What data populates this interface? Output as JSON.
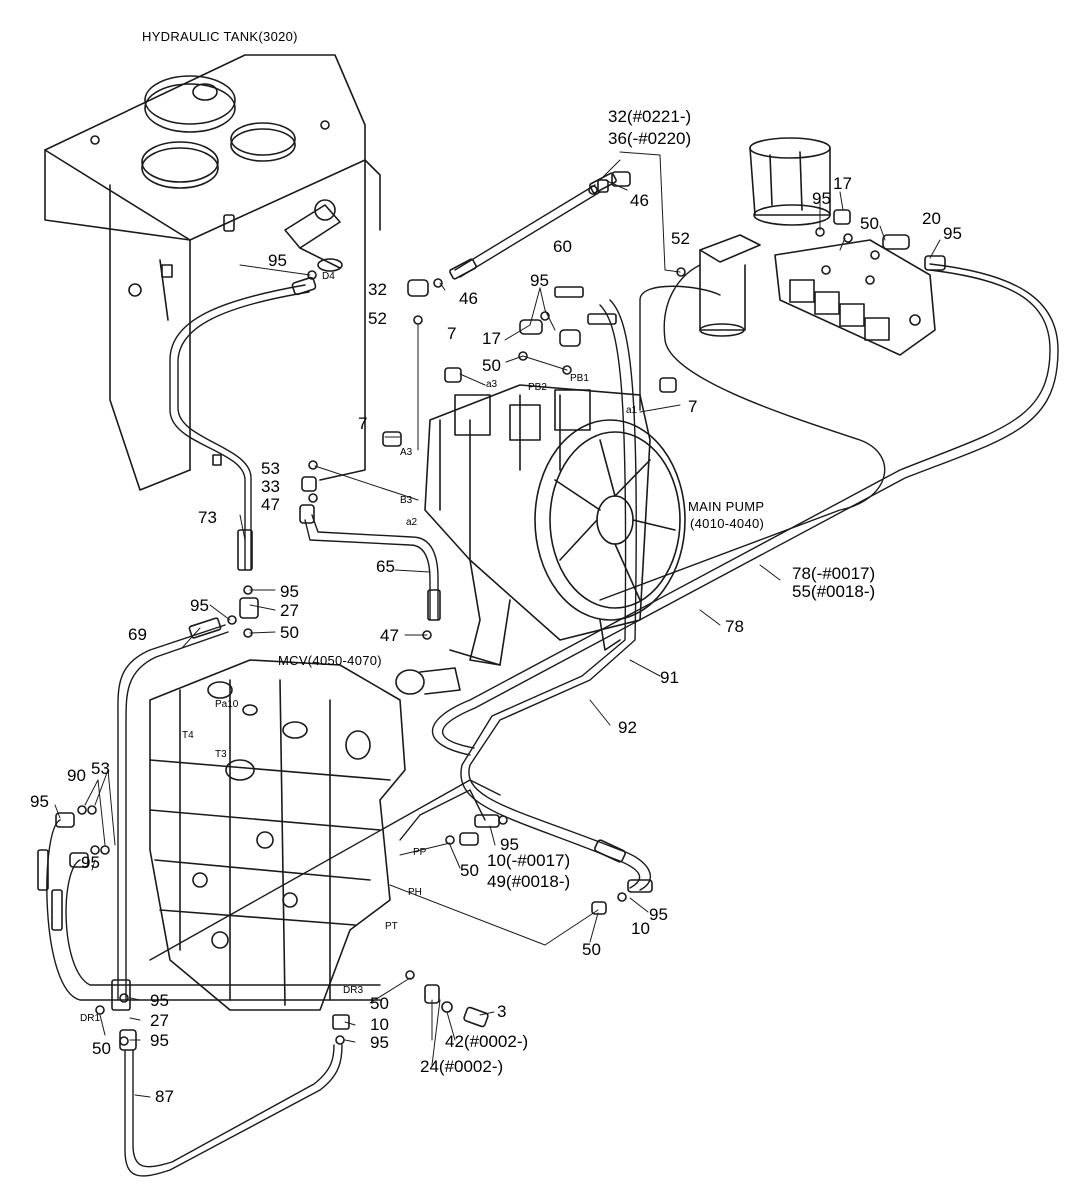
{
  "captions": {
    "hydraulic_tank": "HYDRAULIC TANK(3020)",
    "main_pump": "MAIN PUMP",
    "main_pump_range": "(4010-4040)",
    "mcv": "MCV(4050-4070)"
  },
  "ports": {
    "a3": "a3",
    "pb2": "PB2",
    "pb1": "PB1",
    "a1": "a1",
    "A3": "A3",
    "B3": "B3",
    "a2": "a2",
    "d4": "D4",
    "pa10": "Pa10",
    "t4": "T4",
    "t3": "T3",
    "pp": "PP",
    "ph": "PH",
    "pt": "PT",
    "dr3": "DR3",
    "dr1": "DR1"
  },
  "parts": {
    "p32_new": "32(#0221-)",
    "p36_old": "36(-#0220)",
    "p46_top": "46",
    "p60": "60",
    "p52_right": "52",
    "p17_right": "17",
    "p95_right_a": "95",
    "p50_right": "50",
    "p20": "20",
    "p95_right_b": "95",
    "p95_tank": "95",
    "p32": "32",
    "p46": "46",
    "p95_pump": "95",
    "p52_left": "52",
    "p17_pump": "17",
    "p7_a": "7",
    "p50_pump": "50",
    "p7_b": "7",
    "p7_c": "7",
    "p53_a": "53",
    "p33": "33",
    "p47_a": "47",
    "p73": "73",
    "p65": "65",
    "p95_tee": "95",
    "p95_tee_left": "95",
    "p27_a": "27",
    "p69": "69",
    "p50_tee": "50",
    "p47_b": "47",
    "p78_old": "78(-#0017)",
    "p55_new": "55(#0018-)",
    "p78": "78",
    "p91": "91",
    "p92": "92",
    "p90": "90",
    "p53_b": "53",
    "p95_mcv_a": "95",
    "p95_mcv_b": "95",
    "p95_pp": "95",
    "p50_pp": "50",
    "p10_old": "10(-#0017)",
    "p49_new": "49(#0018-)",
    "p95_ph": "95",
    "p10_ph": "10",
    "p50_ph": "50",
    "p3": "3",
    "p42": "42(#0002-)",
    "p24": "24(#0002-)",
    "p50_pt": "50",
    "p10_dr": "10",
    "p95_dr": "95",
    "p95_dr1a": "95",
    "p27_b": "27",
    "p50_dr1": "50",
    "p95_dr1b": "95",
    "p87": "87"
  },
  "colors": {
    "line": "#1a1a1a",
    "background": "#ffffff"
  }
}
